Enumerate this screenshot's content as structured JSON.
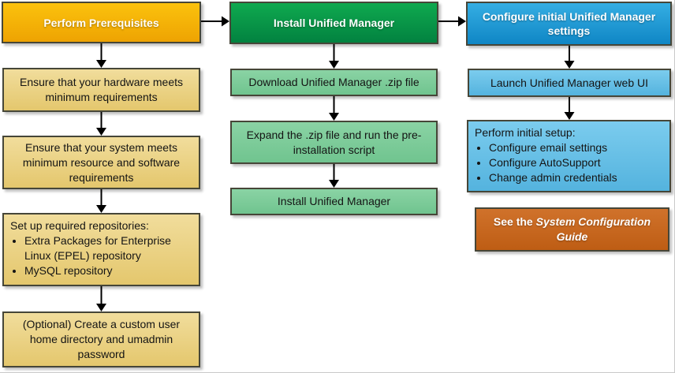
{
  "columns": [
    {
      "id": "prerequisites",
      "header": "Perform Prerequisites",
      "steps": [
        {
          "text": "Ensure that your hardware meets minimum requirements"
        },
        {
          "text": "Ensure that your system meets minimum resource and software requirements"
        },
        {
          "title": "Set up required repositories:",
          "bullets": [
            "Extra Packages for Enterprise Linux (EPEL) repository",
            "MySQL repository"
          ]
        },
        {
          "text": "(Optional) Create a custom user home directory and umadmin password"
        }
      ]
    },
    {
      "id": "install",
      "header": "Install Unified Manager",
      "steps": [
        {
          "text": "Download Unified Manager .zip file"
        },
        {
          "text": "Expand the .zip file and run the pre-installation script"
        },
        {
          "text": "Install Unified Manager"
        }
      ]
    },
    {
      "id": "configure",
      "header": "Configure initial Unified Manager settings",
      "steps": [
        {
          "text": "Launch Unified Manager web UI"
        },
        {
          "title": "Perform initial setup:",
          "bullets": [
            "Configure email settings",
            "Configure AutoSupport",
            "Change admin credentials"
          ]
        }
      ],
      "note": {
        "prefix": "See the",
        "title_italic": "System Configuration Guide"
      }
    }
  ],
  "colors": {
    "gold_header_top": "#FBC20D",
    "gold_header_bottom": "#EEA302",
    "gold_step_top": "#F1DD9C",
    "gold_step_bottom": "#E4C76D",
    "green_header_top": "#0FA94F",
    "green_header_bottom": "#028240",
    "green_step_top": "#8AD3A4",
    "green_step_bottom": "#70C48F",
    "blue_header_top": "#35AEE3",
    "blue_header_bottom": "#0F86C5",
    "blue_step_top": "#7BCCEE",
    "blue_step_bottom": "#54B3DE",
    "orange_note_top": "#D0722B",
    "orange_note_bottom": "#BE5D14",
    "arrow": "#000000",
    "border": "#464638"
  }
}
